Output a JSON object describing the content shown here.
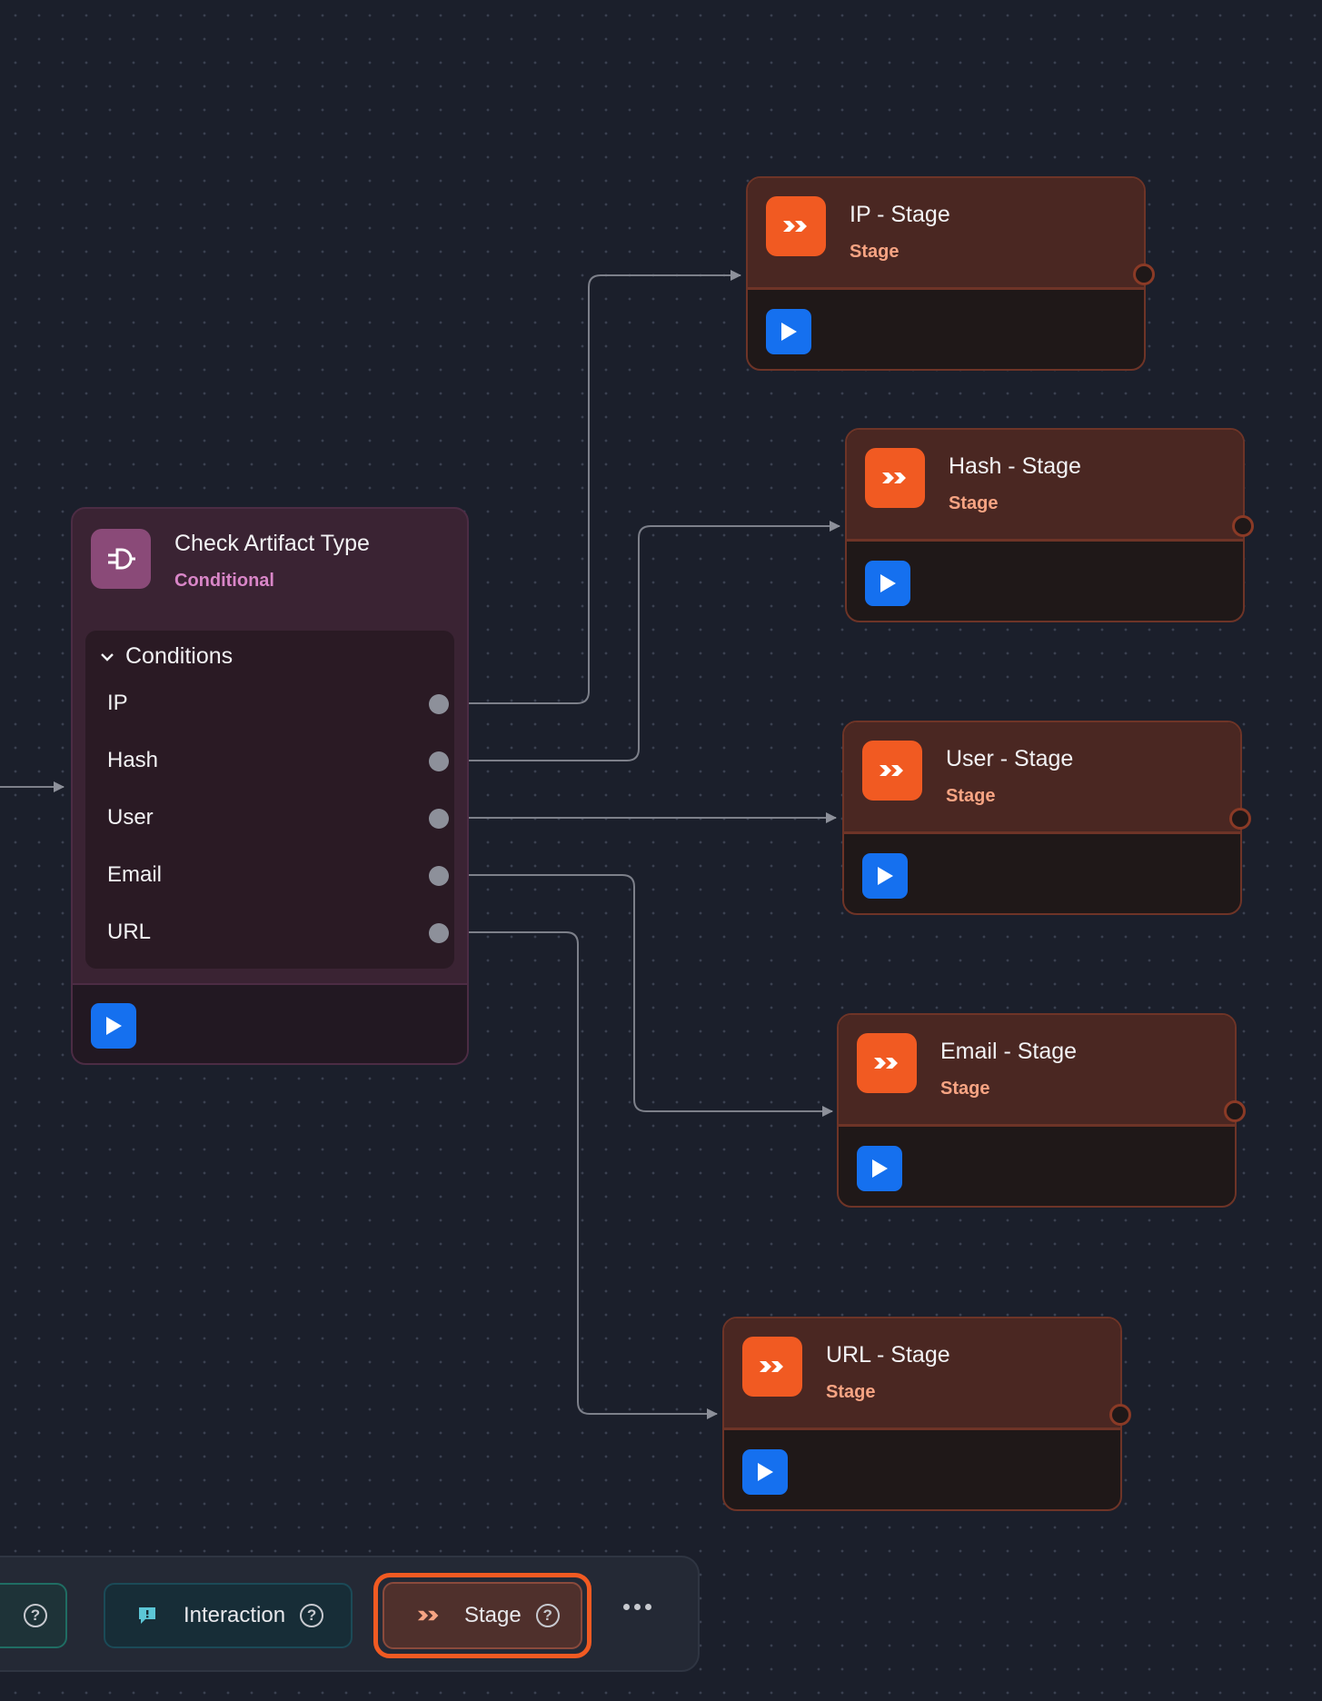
{
  "conditional_node": {
    "title": "Check Artifact Type",
    "subtitle": "Conditional",
    "icon": "conditional-gate-icon",
    "conditions_header": "Conditions",
    "conditions": [
      "IP",
      "Hash",
      "User",
      "Email",
      "URL"
    ],
    "colors": {
      "body": "#3a2333",
      "icon": "#8a4a78",
      "subtitle": "#d986c8"
    }
  },
  "stage_nodes": [
    {
      "title": "IP - Stage",
      "subtitle": "Stage"
    },
    {
      "title": "Hash - Stage",
      "subtitle": "Stage"
    },
    {
      "title": "User - Stage",
      "subtitle": "Stage"
    },
    {
      "title": "Email - Stage",
      "subtitle": "Stage"
    },
    {
      "title": "URL - Stage",
      "subtitle": "Stage"
    }
  ],
  "stage_colors": {
    "header": "#4a2722",
    "icon": "#f15a22",
    "subtitle": "#f7a483",
    "run_button": "#1570ef"
  },
  "toolbar": {
    "help_glyph": "?",
    "interaction_label": "Interaction",
    "stage_label": "Stage",
    "selected": "Stage",
    "accent": "#f15a22"
  }
}
